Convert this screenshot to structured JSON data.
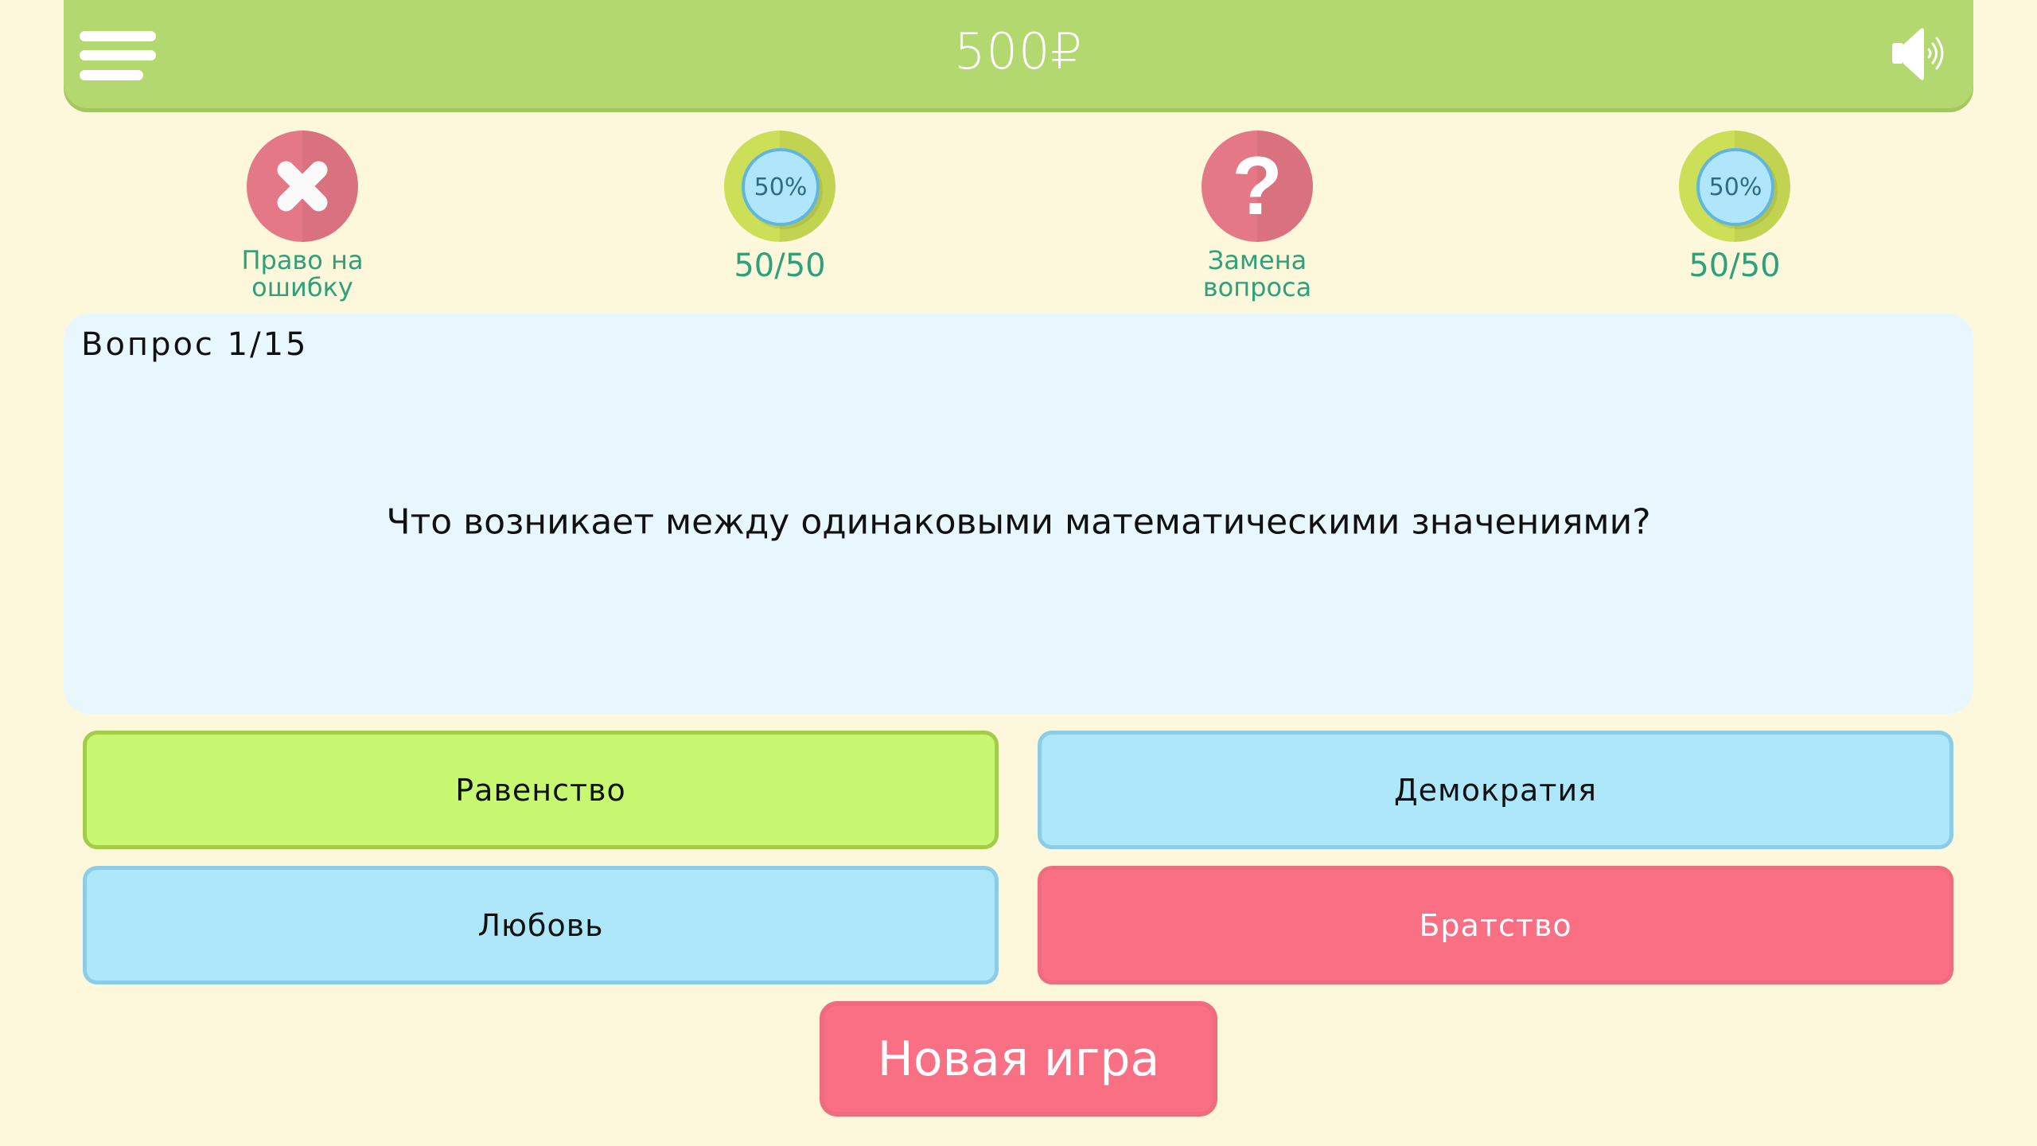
{
  "header": {
    "balance": "500₽",
    "menu_icon": "hamburger-menu-icon",
    "sound_icon": "speaker-volume-icon"
  },
  "lifelines": [
    {
      "label": "Право на ошибку",
      "icon": "x-mark-icon",
      "color": "#e57886"
    },
    {
      "label": "50/50",
      "icon": "fifty-percent-icon",
      "badge": "50%",
      "color": "#cddf57"
    },
    {
      "label": "Замена вопроса",
      "icon": "question-mark-icon",
      "color": "#e57886"
    },
    {
      "label": "50/50",
      "icon": "fifty-percent-icon",
      "badge": "50%",
      "color": "#cddf57"
    }
  ],
  "question": {
    "counter": "Вопрос 1/15",
    "text": "Что возникает между одинаковыми математическими значениями?"
  },
  "answers": [
    {
      "label": "Равенство",
      "state": "correct",
      "color": "#c8f772"
    },
    {
      "label": "Демократия",
      "state": "neutral",
      "color": "#aee6fa"
    },
    {
      "label": "Любовь",
      "state": "neutral",
      "color": "#aee6fa"
    },
    {
      "label": "Братство",
      "state": "wrong",
      "color": "#f96f84"
    }
  ],
  "footer": {
    "new_game_label": "Новая игра"
  },
  "colors": {
    "background": "#fdf8dc",
    "header": "#b3d870",
    "question_bg": "#e8f7fe",
    "lifeline_label": "#2ea07a"
  }
}
